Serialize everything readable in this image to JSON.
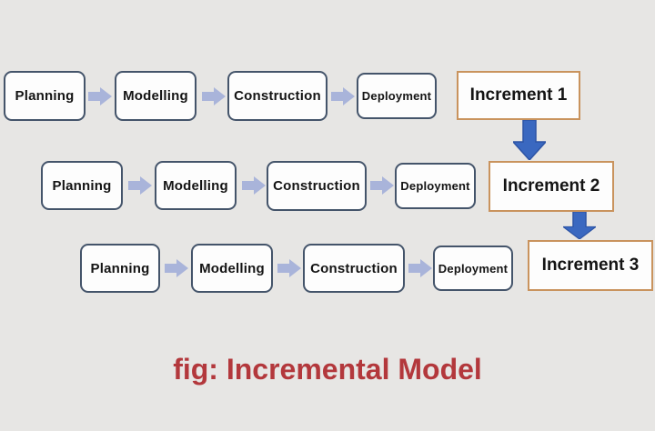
{
  "diagram": {
    "title_caption": "fig: Incremental Model",
    "rows": [
      {
        "phases": [
          "Planning",
          "Modelling",
          "Construction",
          "Deployment"
        ],
        "increment": "Increment 1"
      },
      {
        "phases": [
          "Planning",
          "Modelling",
          "Construction",
          "Deployment"
        ],
        "increment": "Increment 2"
      },
      {
        "phases": [
          "Planning",
          "Modelling",
          "Construction",
          "Deployment"
        ],
        "increment": "Increment 3"
      }
    ]
  },
  "colors": {
    "background": "#e7e6e4",
    "phase_box_border": "#44546a",
    "increment_box_border": "#c9935d",
    "connector_arrow": "#a9b4da",
    "down_arrow_fill": "#3a68c0",
    "down_arrow_edge": "#2d54a5",
    "caption_text": "#b3383c",
    "box_text": "#141414"
  },
  "icons": {
    "flow": "right-block-arrow",
    "down": "down-block-arrow"
  }
}
